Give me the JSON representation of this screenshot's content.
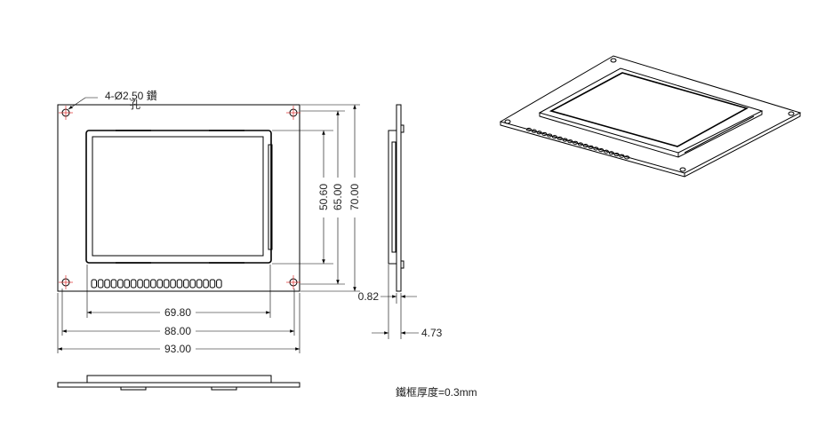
{
  "annotations": {
    "hole_note": "4-Ø2.50 鑽",
    "hole_note_suffix": "孔",
    "frame_thickness_note": "鐵框厚度=0.3mm"
  },
  "dimensions": {
    "width_screen": "69.80",
    "width_holes": "88.00",
    "width_board": "93.00",
    "height_screen": "50.60",
    "height_holes": "65.00",
    "height_board": "70.00",
    "side_board_thickness": "0.82",
    "side_total_thickness": "4.73"
  },
  "colors": {
    "line": "#000000",
    "centerline": "#e03030"
  }
}
